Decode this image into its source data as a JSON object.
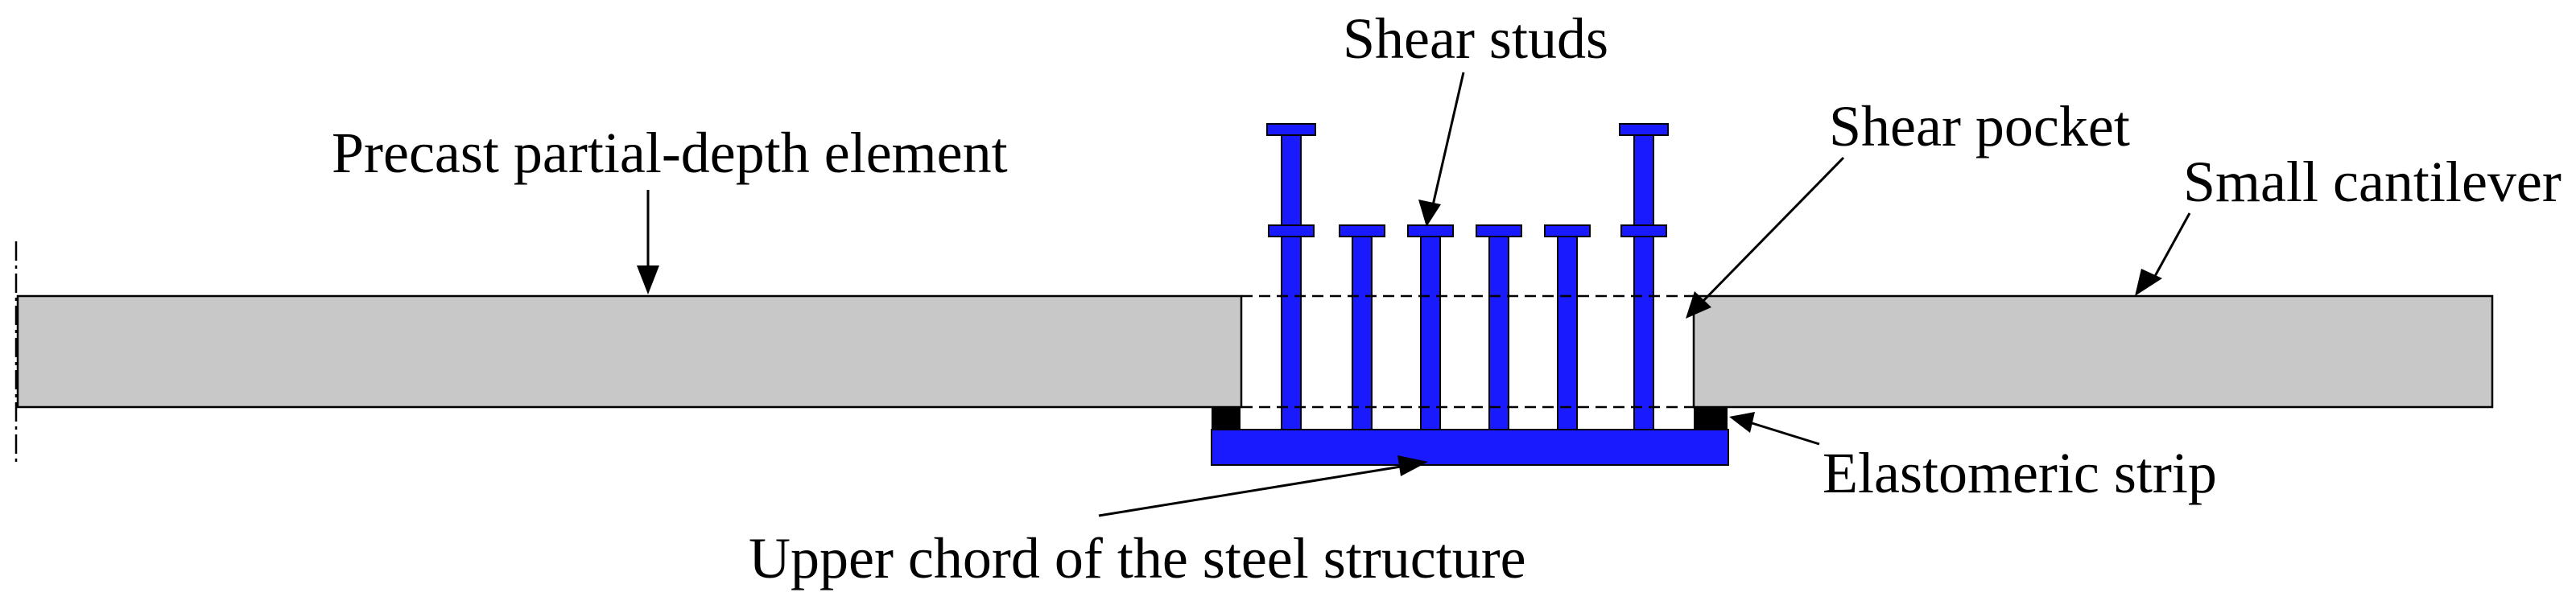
{
  "labels": {
    "shear_studs": "Shear studs",
    "precast_element": "Precast partial-depth element",
    "shear_pocket": "Shear pocket",
    "small_cantilever": "Small cantilever",
    "elastomeric_strip": "Elastomeric strip",
    "upper_chord": "Upper chord of the steel structure"
  },
  "colors": {
    "slab_fill": "#c8c8c8",
    "steel_fill": "#1a1aff",
    "strip_fill": "#000000",
    "line": "#000000"
  }
}
